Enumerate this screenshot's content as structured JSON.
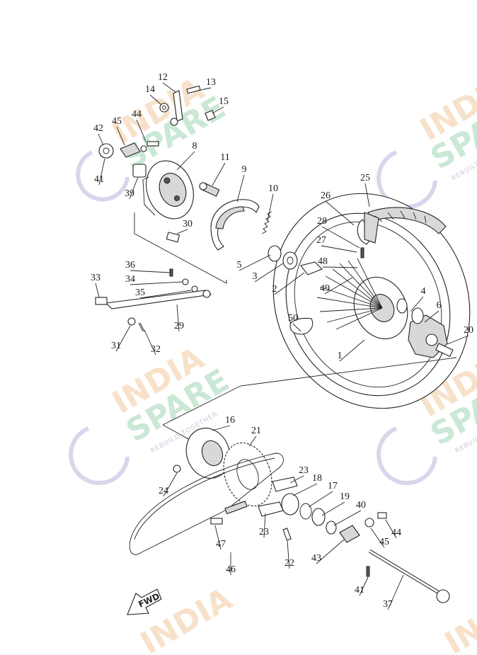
{
  "diagram": {
    "part_numbers": [
      "1",
      "2",
      "3",
      "4",
      "5",
      "6",
      "8",
      "9",
      "10",
      "11",
      "12",
      "13",
      "14",
      "15",
      "16",
      "17",
      "18",
      "19",
      "20",
      "21",
      "22",
      "23",
      "23",
      "24",
      "25",
      "26",
      "27",
      "28",
      "29",
      "30",
      "31",
      "32",
      "33",
      "34",
      "35",
      "36",
      "37",
      "39",
      "40",
      "41",
      "41",
      "42",
      "43",
      "44",
      "44",
      "45",
      "45",
      "46",
      "47",
      "48",
      "49",
      "50"
    ],
    "direction_label": "FWD",
    "watermark": {
      "line1": "INDIA",
      "line2": "SPARE",
      "tagline": "REBUILD TOGETHER"
    }
  }
}
